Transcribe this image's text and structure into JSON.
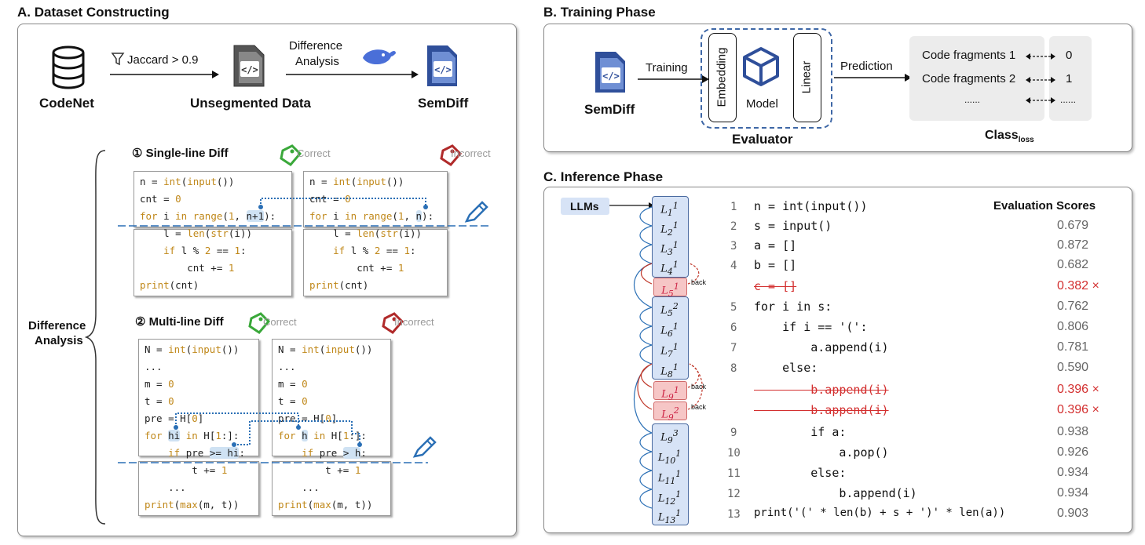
{
  "sectionA": {
    "title": "A. Dataset Constructing",
    "codenet": "CodeNet",
    "filter": "Jaccard > 0.9",
    "unsegmented": "Unsegmented Data",
    "diff_analysis_1": "Difference",
    "diff_analysis_2": "Analysis",
    "semdiff": "SemDiff",
    "brace_label_1": "Difference",
    "brace_label_2": "Analysis",
    "single": {
      "title": "① Single-line Diff",
      "correct": "Correct",
      "incorrect": "Incorrect"
    },
    "multi": {
      "title": "② Multi-line Diff",
      "correct": "Correct",
      "incorrect": "Incorrect"
    }
  },
  "sectionB": {
    "title": "B. Training Phase",
    "semdiff": "SemDiff",
    "training": "Training",
    "embedding": "Embedding",
    "model": "Model",
    "linear": "Linear",
    "evaluator": "Evaluator",
    "prediction": "Prediction",
    "frag1": "Code fragments 1",
    "frag2": "Code fragments 2",
    "dots": "......",
    "val1": "0",
    "val2": "1",
    "valdots": "......",
    "class_main": "Class",
    "class_sub": "loss"
  },
  "sectionC": {
    "title": "C. Inference Phase",
    "llms": "LLMs",
    "eval_header": "Evaluation Scores",
    "back": "back",
    "lines": [
      {
        "ln": "1",
        "code": "n = int(input())",
        "score": ""
      },
      {
        "ln": "2",
        "code": "s = input()",
        "score": "0.679"
      },
      {
        "ln": "3",
        "code": "a = []",
        "score": "0.872"
      },
      {
        "ln": "4",
        "code": "b = []",
        "score": "0.682"
      },
      {
        "ln": "",
        "code": "c = []",
        "score": "0.382 ×"
      },
      {
        "ln": "5",
        "code": "for i in s:",
        "score": "0.762"
      },
      {
        "ln": "6",
        "code": "    if i == '(':",
        "score": "0.806"
      },
      {
        "ln": "7",
        "code": "        a.append(i)",
        "score": "0.781"
      },
      {
        "ln": "8",
        "code": "    else:",
        "score": "0.590"
      },
      {
        "ln": "",
        "code": "        b.append(i)",
        "score": "0.396 ×"
      },
      {
        "ln": "",
        "code": "        b.append(i)",
        "score": "0.396 ×"
      },
      {
        "ln": "9",
        "code": "        if a:",
        "score": "0.938"
      },
      {
        "ln": "10",
        "code": "            a.pop()",
        "score": "0.926"
      },
      {
        "ln": "11",
        "code": "        else:",
        "score": "0.934"
      },
      {
        "ln": "12",
        "code": "            b.append(i)",
        "score": "0.934"
      },
      {
        "ln": "13",
        "code": "print('(' * len(b) + s + ')' * len(a))",
        "score": "0.903"
      }
    ]
  }
}
